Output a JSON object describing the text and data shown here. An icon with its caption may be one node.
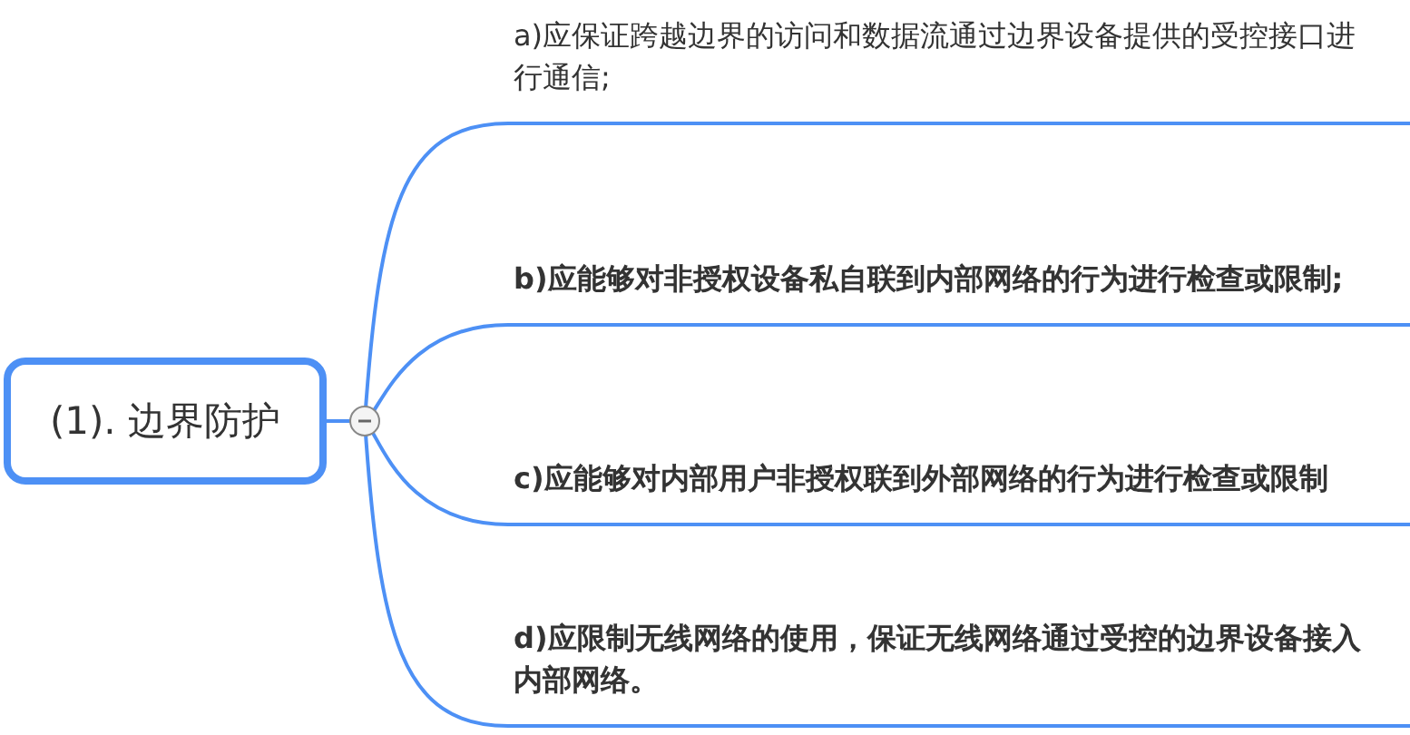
{
  "diagram": {
    "nodes": [
      {
        "text": [
          "(1). 边界防护"
        ]
      },
      {
        "text": [
          "a)应保证跨越边界的访问和数据流通过边界设备提供的受控接口进行通信;"
        ]
      },
      {
        "text": [
          "b)应能够对非授权设备私自联到内部网络的行为进行检查或限制;"
        ]
      },
      {
        "text": [
          "c)应能够对内部用户非授权联到外部网络的行为进行检查或限制"
        ]
      },
      {
        "text": [
          "d)应限制无线网络的使用，保证无线网络通过受控的边界设备接入内部网络。"
        ]
      }
    ],
    "edges": [
      {
        "from": 0,
        "to": 1,
        "arrow": "none"
      },
      {
        "from": 0,
        "to": 2,
        "arrow": "none"
      },
      {
        "from": 0,
        "to": 3,
        "arrow": "none"
      },
      {
        "from": 0,
        "to": 4,
        "arrow": "none"
      }
    ]
  }
}
